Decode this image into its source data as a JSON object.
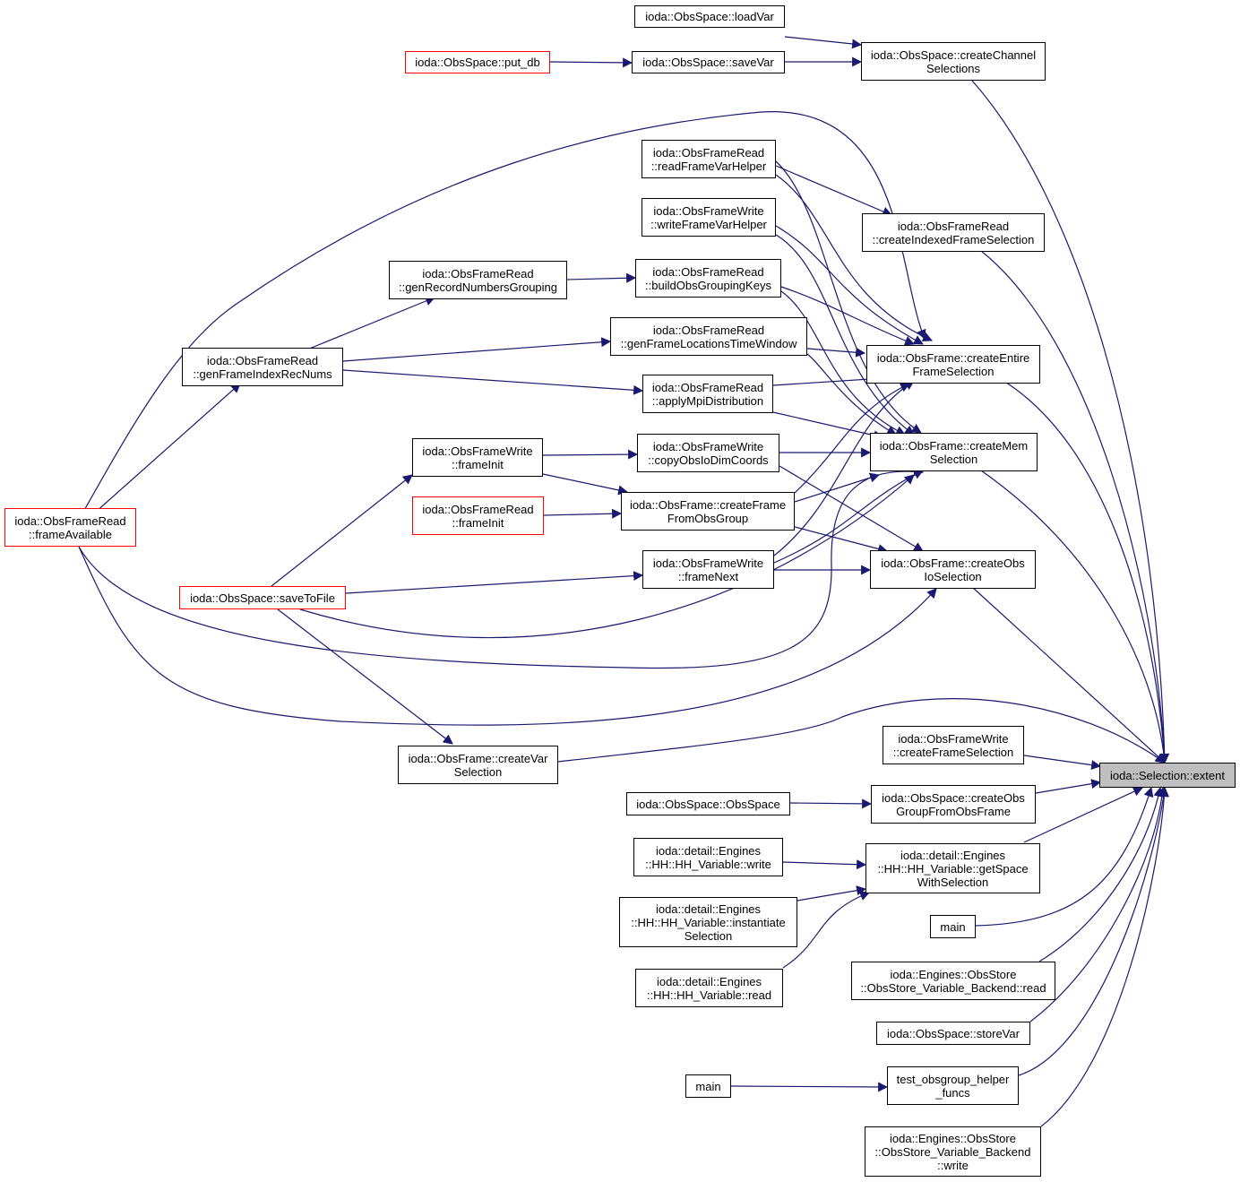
{
  "colors": {
    "edge": "#191970",
    "node_border": "#000000",
    "truncated_border": "#ff0000",
    "root_fill": "#bfbfbf"
  },
  "nodes": {
    "extent": {
      "lines": [
        "ioda::Selection::extent"
      ]
    },
    "loadVar": {
      "lines": [
        "ioda::ObsSpace::loadVar"
      ]
    },
    "put_db": {
      "lines": [
        "ioda::ObsSpace::put_db"
      ]
    },
    "saveVar": {
      "lines": [
        "ioda::ObsSpace::saveVar"
      ]
    },
    "createChannelSelections": {
      "lines": [
        "ioda::ObsSpace::createChannel",
        "Selections"
      ]
    },
    "readFrameVarHelper": {
      "lines": [
        "ioda::ObsFrameRead",
        "::readFrameVarHelper"
      ]
    },
    "writeFrameVarHelper": {
      "lines": [
        "ioda::ObsFrameWrite",
        "::writeFrameVarHelper"
      ]
    },
    "createIndexedFrameSelection": {
      "lines": [
        "ioda::ObsFrameRead",
        "::createIndexedFrameSelection"
      ]
    },
    "genRecordNumbersGrouping": {
      "lines": [
        "ioda::ObsFrameRead",
        "::genRecordNumbersGrouping"
      ]
    },
    "buildObsGroupingKeys": {
      "lines": [
        "ioda::ObsFrameRead",
        "::buildObsGroupingKeys"
      ]
    },
    "genFrameLocationsTimeWindow": {
      "lines": [
        "ioda::ObsFrameRead",
        "::genFrameLocationsTimeWindow"
      ]
    },
    "genFrameIndexRecNums": {
      "lines": [
        "ioda::ObsFrameRead",
        "::genFrameIndexRecNums"
      ]
    },
    "createEntireFrameSelection": {
      "lines": [
        "ioda::ObsFrame::createEntire",
        "FrameSelection"
      ]
    },
    "applyMpiDistribution": {
      "lines": [
        "ioda::ObsFrameRead",
        "::applyMpiDistribution"
      ]
    },
    "writeFrameInit": {
      "lines": [
        "ioda::ObsFrameWrite",
        "::frameInit"
      ]
    },
    "copyObsIoDimCoords": {
      "lines": [
        "ioda::ObsFrameWrite",
        "::copyObsIoDimCoords"
      ]
    },
    "createMemSelection": {
      "lines": [
        "ioda::ObsFrame::createMem",
        "Selection"
      ]
    },
    "frameAvailable": {
      "lines": [
        "ioda::ObsFrameRead",
        "::frameAvailable"
      ]
    },
    "readFrameInit": {
      "lines": [
        "ioda::ObsFrameRead",
        "::frameInit"
      ]
    },
    "createFrameFromObsGroup": {
      "lines": [
        "ioda::ObsFrame::createFrame",
        "FromObsGroup"
      ]
    },
    "frameNext": {
      "lines": [
        "ioda::ObsFrameWrite",
        "::frameNext"
      ]
    },
    "createObsIoSelection": {
      "lines": [
        "ioda::ObsFrame::createObs",
        "IoSelection"
      ]
    },
    "saveToFile": {
      "lines": [
        "ioda::ObsSpace::saveToFile"
      ]
    },
    "createVarSelection": {
      "lines": [
        "ioda::ObsFrame::createVar",
        "Selection"
      ]
    },
    "createFrameSelection": {
      "lines": [
        "ioda::ObsFrameWrite",
        "::createFrameSelection"
      ]
    },
    "obsSpaceCtor": {
      "lines": [
        "ioda::ObsSpace::ObsSpace"
      ]
    },
    "createObsGroupFromObsFrame": {
      "lines": [
        "ioda::ObsSpace::createObs",
        "GroupFromObsFrame"
      ]
    },
    "hhWrite": {
      "lines": [
        "ioda::detail::Engines",
        "::HH::HH_Variable::write"
      ]
    },
    "getSpaceWithSelection": {
      "lines": [
        "ioda::detail::Engines",
        "::HH::HH_Variable::getSpace",
        "WithSelection"
      ]
    },
    "instantiateSelection": {
      "lines": [
        "ioda::detail::Engines",
        "::HH::HH_Variable::instantiate",
        "Selection"
      ]
    },
    "main1": {
      "lines": [
        "main"
      ]
    },
    "hhRead": {
      "lines": [
        "ioda::detail::Engines",
        "::HH::HH_Variable::read"
      ]
    },
    "obsStoreRead": {
      "lines": [
        "ioda::Engines::ObsStore",
        "::ObsStore_Variable_Backend::read"
      ]
    },
    "storeVar": {
      "lines": [
        "ioda::ObsSpace::storeVar"
      ]
    },
    "main2": {
      "lines": [
        "main"
      ]
    },
    "testHelperFuncs": {
      "lines": [
        "test_obsgroup_helper",
        "_funcs"
      ]
    },
    "obsStoreWrite": {
      "lines": [
        "ioda::Engines::ObsStore",
        "::ObsStore_Variable_Backend",
        "::write"
      ]
    }
  }
}
